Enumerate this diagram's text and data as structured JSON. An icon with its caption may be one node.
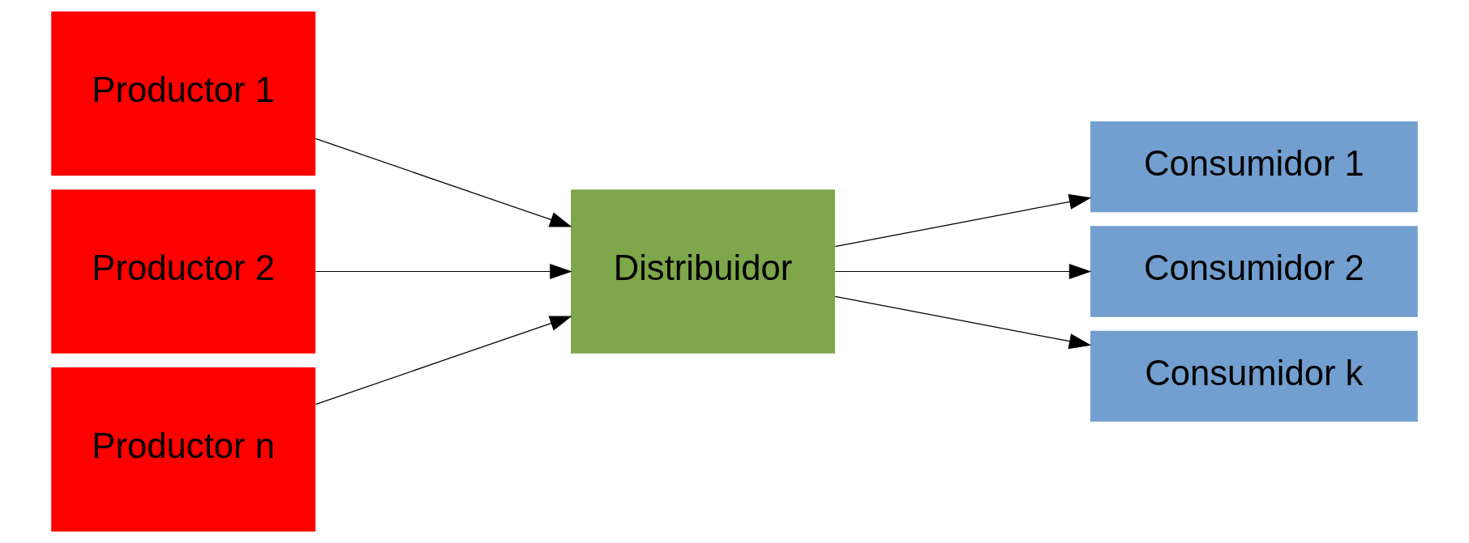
{
  "diagram": {
    "nodes": [
      {
        "text": [
          "Productor 1"
        ]
      },
      {
        "text": [
          "Productor 2"
        ]
      },
      {
        "text": [
          "Productor n"
        ]
      },
      {
        "text": [
          "Distribuidor"
        ]
      },
      {
        "text": [
          "Consumidor 1"
        ]
      },
      {
        "text": [
          "Consumidor 2"
        ]
      },
      {
        "text": [
          "Consumidor k"
        ]
      }
    ],
    "edges": [
      {
        "from": 0,
        "to": 3,
        "arrow": "to"
      },
      {
        "from": 1,
        "to": 3,
        "arrow": "to"
      },
      {
        "from": 2,
        "to": 3,
        "arrow": "to"
      },
      {
        "from": 3,
        "to": 4,
        "arrow": "to"
      },
      {
        "from": 3,
        "to": 5,
        "arrow": "to"
      },
      {
        "from": 3,
        "to": 6,
        "arrow": "to"
      }
    ]
  }
}
